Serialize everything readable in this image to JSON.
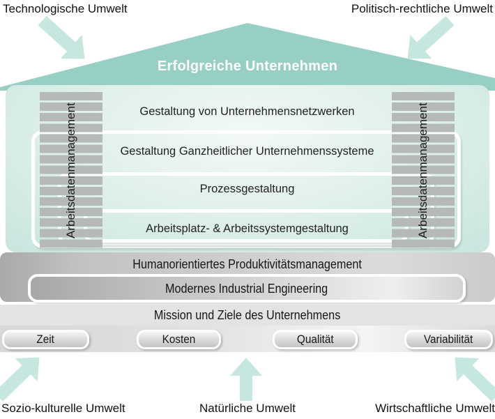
{
  "environment": {
    "top_left": "Technologische Umwelt",
    "top_right": "Politisch-rechtliche Umwelt",
    "bottom_left": "Sozio-kulturelle Umwelt",
    "bottom_center": "Natürliche Umwelt",
    "bottom_right": "Wirtschaftliche Umwelt"
  },
  "roof": {
    "title": "Erfolgreiche Unternehmen"
  },
  "pillars": {
    "left": "Arbeitsdatenmanagement",
    "right": "Arbeitsdatenmanagement"
  },
  "house_rows": [
    {
      "label": "Gestaltung von Unternehmensnetzwerken"
    },
    {
      "label": "Gestaltung Ganzheitlicher Unternehmenssysteme"
    },
    {
      "label": "Prozessgestaltung"
    },
    {
      "label": "Arbeitsplatz- & Arbeitssystemgestaltung"
    }
  ],
  "foundation": {
    "productivity": "Humanorientiertes Produktivitätsmanagement",
    "engineering": "Modernes Industrial Engineering",
    "mission": "Mission und Ziele des Unternehmens"
  },
  "goals": [
    "Zeit",
    "Kosten",
    "Qualität",
    "Variabilität"
  ],
  "colors": {
    "roof_teal": "#98cfc5",
    "body_teal": "#cfe8e2",
    "arrow_teal": "#c6e7e0",
    "pillar_stripe_gray": "#b6bab7",
    "foundation_gray": "#c6c6c4",
    "mission_gray": "#e3e3e1",
    "title_text": "#ffffff"
  }
}
